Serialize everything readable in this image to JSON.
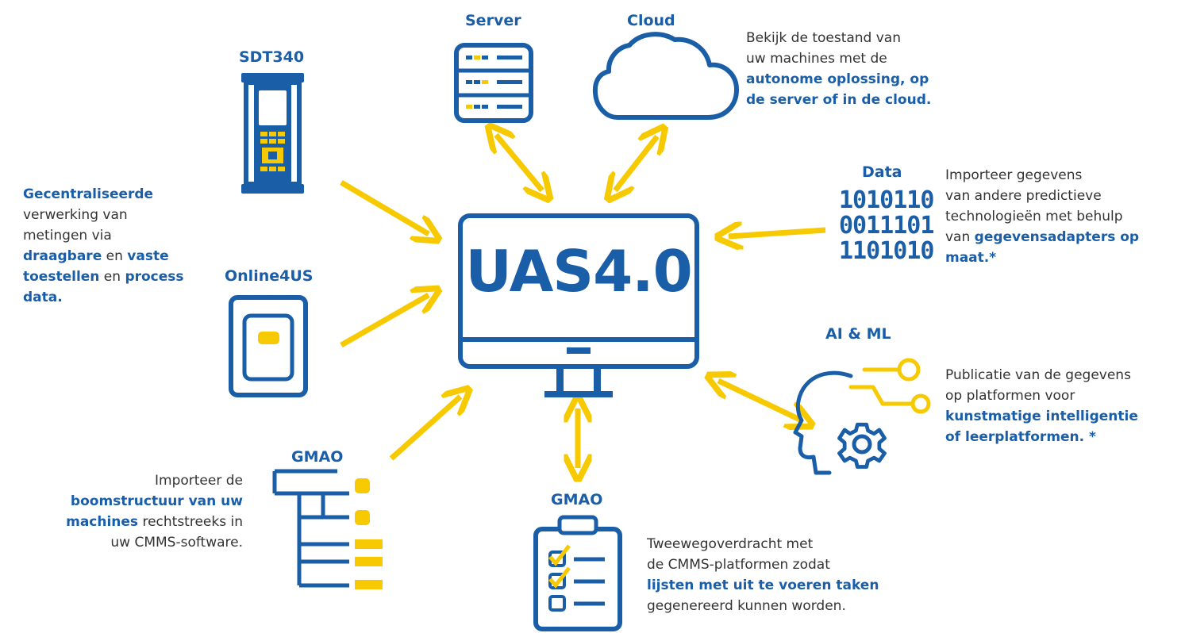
{
  "labels": {
    "server": "Server",
    "cloud": "Cloud",
    "sdt": "SDT340",
    "online": "Online4US",
    "data": "Data",
    "ai": "AI & ML",
    "gmao_left": "GMAO",
    "gmao_bottom": "GMAO"
  },
  "central": {
    "title": "UAS4.0"
  },
  "binary": {
    "line1": "1010110",
    "line2": "0011101",
    "line3": "1101010"
  },
  "texts": {
    "cloud_desc": {
      "l1": "Bekijk de toestand van",
      "l2": "uw machines met de",
      "l3": "autonome oplossing, op",
      "l4": "de server of in de cloud."
    },
    "data_desc": {
      "l1": "Importeer gegevens",
      "l2": "van andere predictieve",
      "l3": "technologieën met behulp",
      "l4a": "van ",
      "l4b": "gegevensadapters op",
      "l5": "maat.*"
    },
    "ai_desc": {
      "l1": "Publicatie van de gegevens",
      "l2": "op platformen voor",
      "l3": "kunstmatige intelligentie",
      "l4": "of leerplatformen. *"
    },
    "left_desc": {
      "l1": "Gecentraliseerde",
      "l2": "verwerking van",
      "l3": "metingen via",
      "l4a": "draagbare",
      "l4b": " en ",
      "l4c": "vaste",
      "l5a": "toestellen",
      "l5b": " en ",
      "l5c": "process",
      "l6": "data."
    },
    "gmao_left_desc": {
      "l1": "Importeer de",
      "l2": "boomstructuur van uw",
      "l3a": "machines",
      "l3b": " rechtstreeks in",
      "l4": "uw CMMS-software."
    },
    "gmao_bottom_desc": {
      "l1": "Tweewegoverdracht met",
      "l2": "de CMMS-platformen zodat",
      "l3": "lijsten met uit te voeren taken",
      "l4": "gegenereerd kunnen worden."
    }
  },
  "colors": {
    "blue": "#1a5ea8",
    "yellow": "#f7c900",
    "text": "#333333"
  },
  "icons": [
    "server-icon",
    "cloud-icon",
    "handheld-device-icon",
    "online-sensor-icon",
    "binary-data-icon",
    "ai-head-gear-icon",
    "tree-structure-icon",
    "checklist-clipboard-icon",
    "monitor-icon"
  ]
}
